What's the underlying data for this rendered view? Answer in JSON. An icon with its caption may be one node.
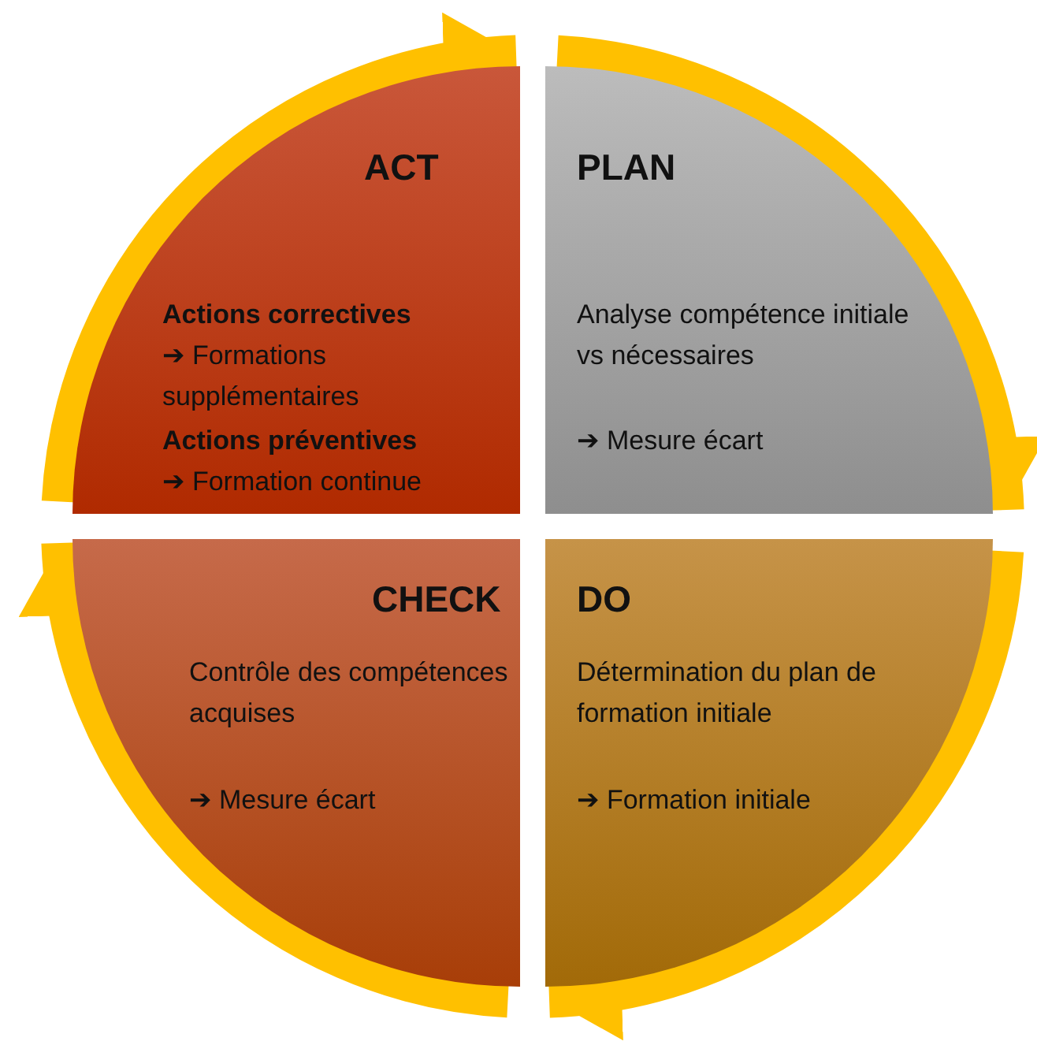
{
  "diagram": {
    "nodes": [
      {
        "text": [
          "ACT",
          "**Actions correctives** ➔ Formations supplémentaires",
          "**Actions préventives** ➔ Formation continue"
        ]
      },
      {
        "text": [
          "PLAN",
          "Analyse compétence initiale vs nécessaires",
          "➔ Mesure écart"
        ]
      },
      {
        "text": [
          "CHECK",
          "Contrôle des compétences acquises",
          "➔ Mesure écart"
        ]
      },
      {
        "text": [
          "DO",
          "Détermination du plan de formation initiale",
          "➔ Formation initiale"
        ]
      }
    ],
    "edges": [
      {
        "from": 0,
        "to": 1,
        "arrow": "to"
      },
      {
        "from": 1,
        "to": 3,
        "arrow": "to"
      },
      {
        "from": 3,
        "to": 2,
        "arrow": "to"
      },
      {
        "from": 2,
        "to": 0,
        "arrow": "to"
      }
    ]
  }
}
